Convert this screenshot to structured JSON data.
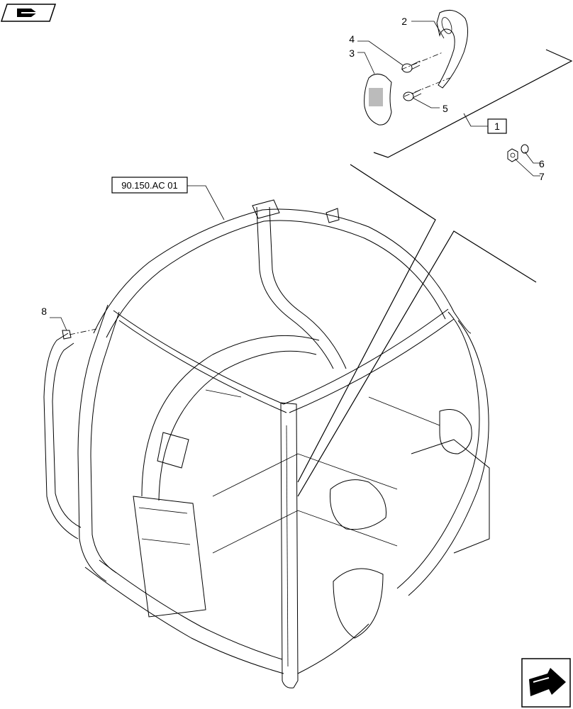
{
  "reference_label": "90.150.AC 01",
  "group_box_label": "1",
  "callouts": [
    "2",
    "3",
    "4",
    "5",
    "6",
    "7",
    "8"
  ],
  "icons": {
    "top_left": "book-hand-icon",
    "bottom_right": "next-page-arrow-icon"
  }
}
